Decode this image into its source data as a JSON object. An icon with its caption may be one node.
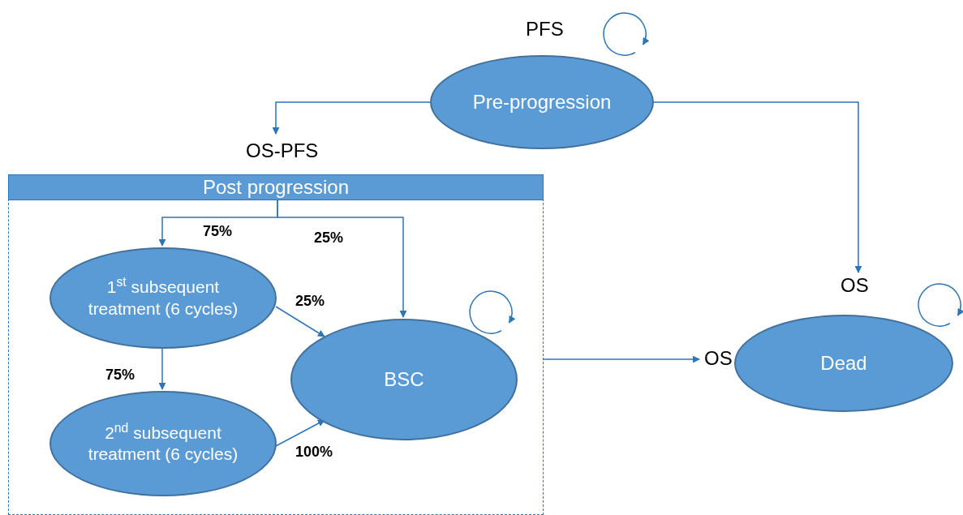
{
  "diagram": {
    "nodes": [
      {
        "text": [
          "Pre-progression"
        ],
        "beside": [
          "PFS"
        ]
      },
      {
        "text": [
          "Post progression"
        ],
        "beside": [
          "OS-PFS"
        ]
      },
      {
        "text": [
          "1$^{st}$ subsequent treatment (6 cycles)"
        ],
        "in": 1
      },
      {
        "text": [
          "2$^{nd}$ subsequent treatment (6 cycles)"
        ],
        "in": 1
      },
      {
        "text": [
          "BSC"
        ],
        "in": 1
      },
      {
        "text": [
          "Dead"
        ],
        "beside": [
          "OS",
          "OS"
        ]
      }
    ],
    "edges": [
      {
        "from": 0,
        "to": 1,
        "arrow": "to"
      },
      {
        "from": 0,
        "to": 5,
        "arrow": "to"
      },
      {
        "from": 0,
        "to": 0,
        "arrow": "to"
      },
      {
        "from": 1,
        "to": 2,
        "arrow": "to",
        "label": "75%"
      },
      {
        "from": 1,
        "to": 4,
        "arrow": "to",
        "label": "25%"
      },
      {
        "from": 2,
        "to": 4,
        "arrow": "to",
        "label": "25%"
      },
      {
        "from": 2,
        "to": 3,
        "arrow": "to",
        "label": "75%"
      },
      {
        "from": 3,
        "to": 4,
        "arrow": "to",
        "label": "100%"
      },
      {
        "from": 4,
        "to": 4,
        "arrow": "to"
      },
      {
        "from": 1,
        "to": 5,
        "arrow": "to"
      },
      {
        "from": 5,
        "to": 5,
        "arrow": "to"
      }
    ]
  }
}
